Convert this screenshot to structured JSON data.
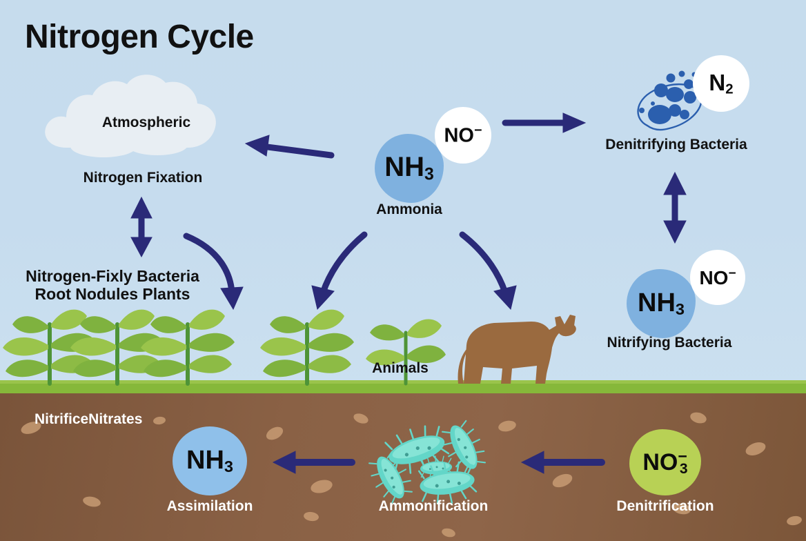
{
  "title": "Nitrogen Cycle",
  "colors": {
    "sky": "#c6dcee",
    "grass": "#86b83a",
    "soil": "#8a6145",
    "arrow": "#2a2a78",
    "ammonia_blob": "#7fb1df",
    "nitrate_blob": "#b8d155",
    "white_circle": "#ffffff",
    "bacteria_teal": "#63d6c8",
    "bacteria_blue": "#2b5fae",
    "cow": "#9a6a3f",
    "leaf_green": "#7fb23f",
    "cloud": "#e8eef3",
    "text_dark": "#111111",
    "text_light": "#ffffff"
  },
  "sky_section": {
    "atmospheric": {
      "cloud_label": "Atmospheric",
      "process_label": "Nitrogen Fixation"
    },
    "left_bacteria": {
      "line1": "Nitrogen-Fixly Bacteria",
      "line2": "Root Nodules Plants"
    },
    "ammonia": {
      "formula_main": "NH",
      "formula_sub": "3",
      "ion_main": "NO",
      "ion_sup": "−",
      "label": "Ammonia"
    },
    "denitrifying": {
      "molecule_main": "N",
      "molecule_sub": "2",
      "label": "Denitrifying Bacteria"
    },
    "nitrifying": {
      "formula_main": "NH",
      "formula_sub": "3",
      "ion_main": "NO",
      "ion_sup": "−",
      "label": "Nitrifying Bacteria"
    },
    "animals_label": "Animals"
  },
  "soil_section": {
    "nitrates_label": "NitrificeNitrates",
    "assimilation": {
      "formula_main": "NH",
      "formula_sub": "3",
      "label": "Assimilation"
    },
    "ammonification": {
      "label": "Ammonification"
    },
    "denitrification": {
      "formula_main": "NO",
      "formula_sub": "3",
      "formula_sup": "−",
      "label": "Denitrification"
    }
  },
  "icons": {
    "cloud": "cloud-icon",
    "plant": "plant-icon",
    "cow": "cow-icon",
    "bacteria_rod": "bacteria-rod-icon",
    "bacteria_colony": "bacteria-colony-icon"
  }
}
